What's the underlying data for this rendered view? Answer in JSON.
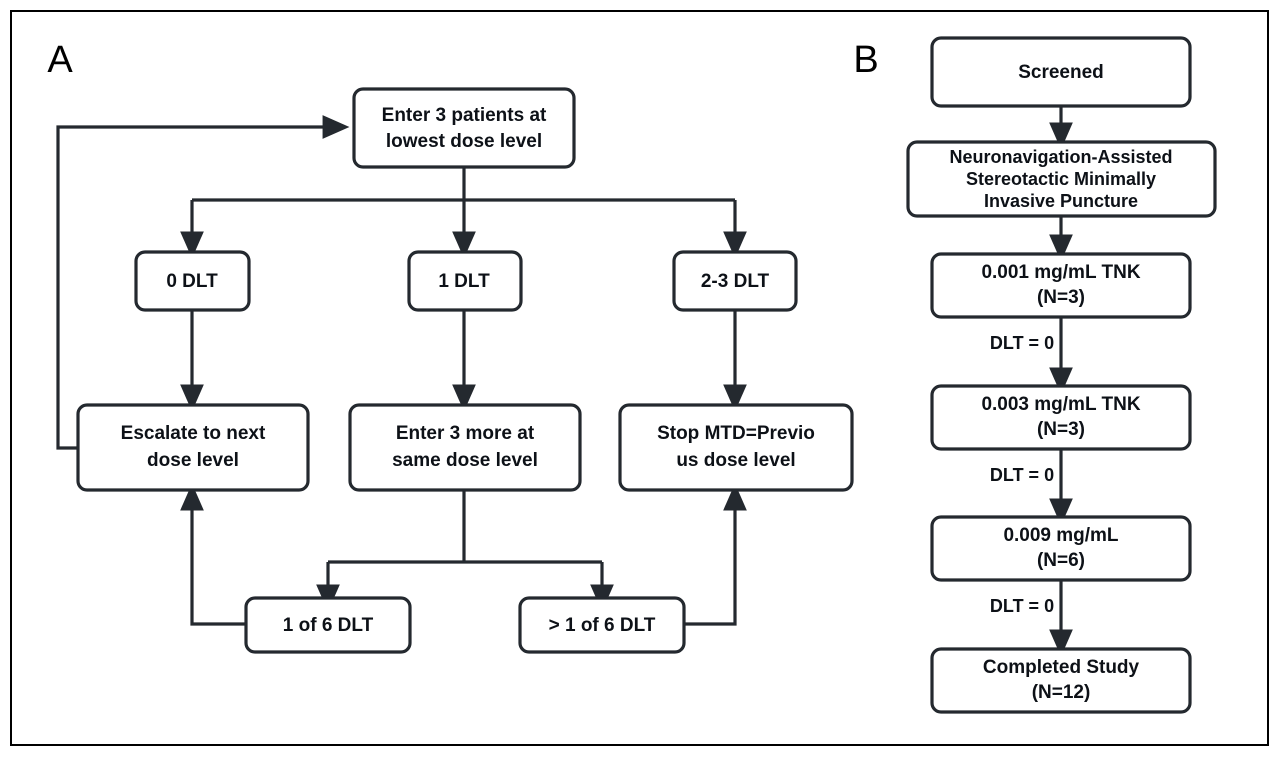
{
  "figure": {
    "background": "#ffffff",
    "frame_color": "#000000",
    "node_stroke": "#24292f",
    "text_color": "#0d1117"
  },
  "panels": [
    {
      "label": "A",
      "name": "panel-a-3plus3-dose-escalation-scheme",
      "nodes": [
        {
          "id": "enter3",
          "name": "enter-3-patients-lowest-dose-box",
          "lines": [
            "Enter 3 patients at",
            "lowest dose level"
          ]
        },
        {
          "id": "dlt0",
          "name": "zero-dlt-box",
          "lines": [
            "0 DLT"
          ]
        },
        {
          "id": "dlt1",
          "name": "one-dlt-box",
          "lines": [
            "1 DLT"
          ]
        },
        {
          "id": "dlt23",
          "name": "two-three-dlt-box",
          "lines": [
            "2-3 DLT"
          ]
        },
        {
          "id": "escalate",
          "name": "escalate-next-dose-box",
          "lines": [
            "Escalate to next",
            "dose level"
          ]
        },
        {
          "id": "enter3more",
          "name": "enter-3-more-same-dose-box",
          "lines": [
            "Enter 3 more at",
            "same dose level"
          ]
        },
        {
          "id": "stopmtd",
          "name": "stop-mtd-previous-dose-box",
          "lines": [
            "Stop MTD=Previo",
            "us dose level"
          ]
        },
        {
          "id": "one_of_six",
          "name": "one-of-six-dlt-box",
          "lines": [
            "1 of 6 DLT"
          ]
        },
        {
          "id": "gt_one_of_six",
          "name": "greater-than-one-of-six-dlt-box",
          "lines": [
            "> 1 of 6 DLT"
          ]
        }
      ]
    },
    {
      "label": "B",
      "name": "panel-b-trial-flow-diagram",
      "nodes": [
        {
          "id": "screened",
          "name": "screened-box",
          "lines": [
            "Screened"
          ]
        },
        {
          "id": "puncture",
          "name": "neuronavigation-puncture-box",
          "lines": [
            "Neuronavigation-Assisted",
            "Stereotactic Minimally",
            "Invasive Puncture"
          ]
        },
        {
          "id": "dose1",
          "name": "dose-0001-tnk-box",
          "lines": [
            "0.001 mg/mL TNK",
            "(N=3)"
          ]
        },
        {
          "id": "dose2",
          "name": "dose-0003-tnk-box",
          "lines": [
            "0.003 mg/mL TNK",
            "(N=3)"
          ]
        },
        {
          "id": "dose3",
          "name": "dose-0009-box",
          "lines": [
            "0.009 mg/mL",
            "(N=6)"
          ]
        },
        {
          "id": "completed",
          "name": "completed-study-box",
          "lines": [
            "Completed Study",
            "(N=12)"
          ]
        }
      ],
      "edge_labels": [
        {
          "id": "dlt_eq_0_a",
          "name": "dlt-equals-zero-label-1",
          "text": "DLT = 0"
        },
        {
          "id": "dlt_eq_0_b",
          "name": "dlt-equals-zero-label-2",
          "text": "DLT = 0"
        },
        {
          "id": "dlt_eq_0_c",
          "name": "dlt-equals-zero-label-3",
          "text": "DLT = 0"
        }
      ]
    }
  ]
}
